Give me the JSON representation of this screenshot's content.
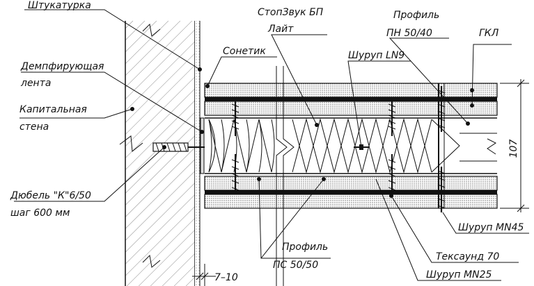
{
  "labels": {
    "plaster": "Штукатурка",
    "damper_tape_1": "Демпфирующая",
    "damper_tape_2": "лента",
    "capital_wall_1": "Капитальная",
    "capital_wall_2": "стена",
    "dowel_1": "Дюбель \"К\"6/50",
    "dowel_2": "шаг 600 мм",
    "stopzvuk_1": "СтопЗвук БП",
    "stopzvuk_2": "Лайт",
    "sonetik": "Сонетик",
    "screw_ln9": "Шуруп LN9",
    "profile_pn_1": "Профиль",
    "profile_pn_2": "ПН 50/40",
    "gkl": "ГКЛ",
    "screw_mn45": "Шуруп MN45",
    "teksaund": "Тексаунд 70",
    "profile_ps_1": "Профиль",
    "profile_ps_2": "ПС 50/50",
    "screw_mn25": "Шуруп MN25",
    "dim_107": "107",
    "dim_7_10": "7–10"
  }
}
